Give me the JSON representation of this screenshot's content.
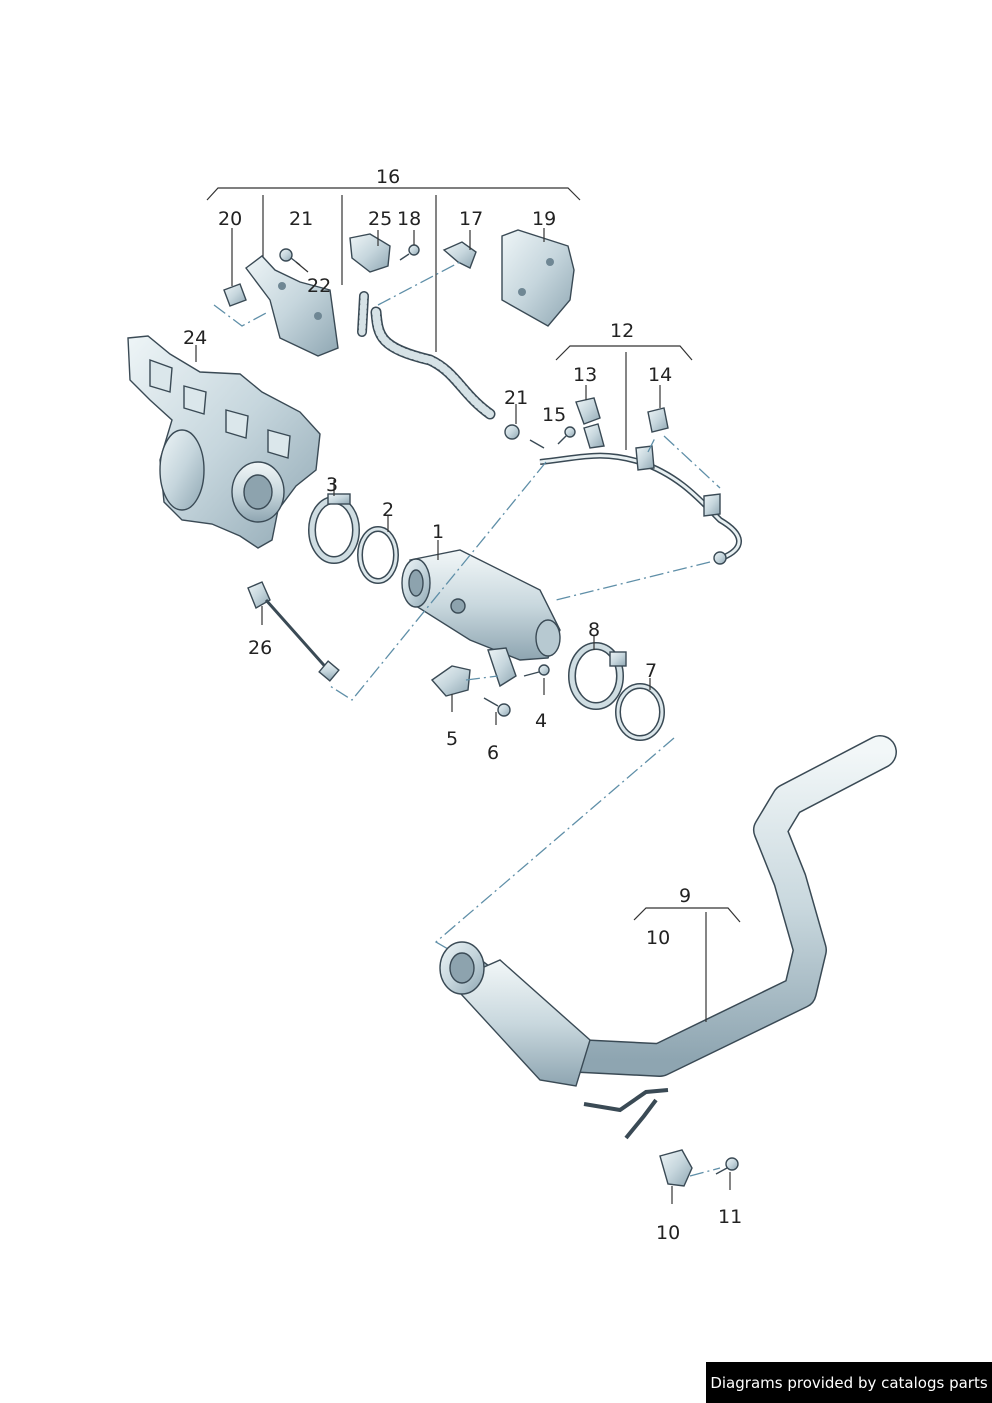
{
  "callouts": {
    "c16": "16",
    "c20": "20",
    "c21a": "21",
    "c25": "25",
    "c18": "18",
    "c17": "17",
    "c19": "19",
    "c22": "22",
    "c24": "24",
    "c12": "12",
    "c13": "13",
    "c14": "14",
    "c21b": "21",
    "c15": "15",
    "c3": "3",
    "c2": "2",
    "c1": "1",
    "c26": "26",
    "c8": "8",
    "c7": "7",
    "c4": "4",
    "c5": "5",
    "c6": "6",
    "c9": "9",
    "c10a": "10",
    "c10b": "10",
    "c11": "11"
  },
  "footer": {
    "text": "Diagrams provided by catalogs parts"
  },
  "colors": {
    "metal": "#c8d8df",
    "metal_dark": "#8fa9b6",
    "pipe": "#d3e1e6",
    "dash": "#5f8fa8",
    "footer_bg": "#000000"
  }
}
